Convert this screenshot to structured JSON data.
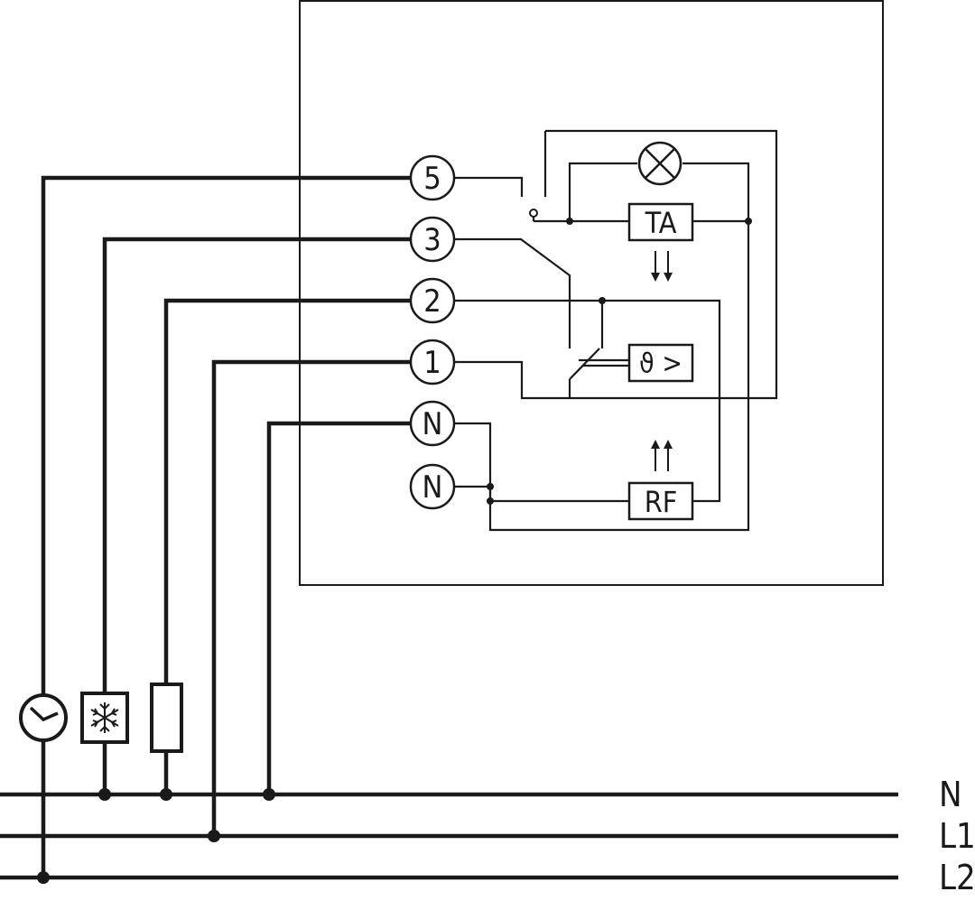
{
  "terminals": {
    "t5": "5",
    "t3": "3",
    "t2": "2",
    "t1": "1",
    "tn1": "N",
    "tn2": "N"
  },
  "components": {
    "ta": "TA",
    "rf": "RF",
    "sensor_symbol": "ϑ >"
  },
  "rails": {
    "n": "N",
    "l1": "L1",
    "l2": "L2"
  },
  "icons": {
    "lamp": "lamp-icon",
    "clock": "clock-icon",
    "snowflake": "snowflake-icon",
    "resistor": "resistor-icon",
    "arrows_down": "arrows-down-icon",
    "arrows_up": "arrows-up-icon"
  }
}
